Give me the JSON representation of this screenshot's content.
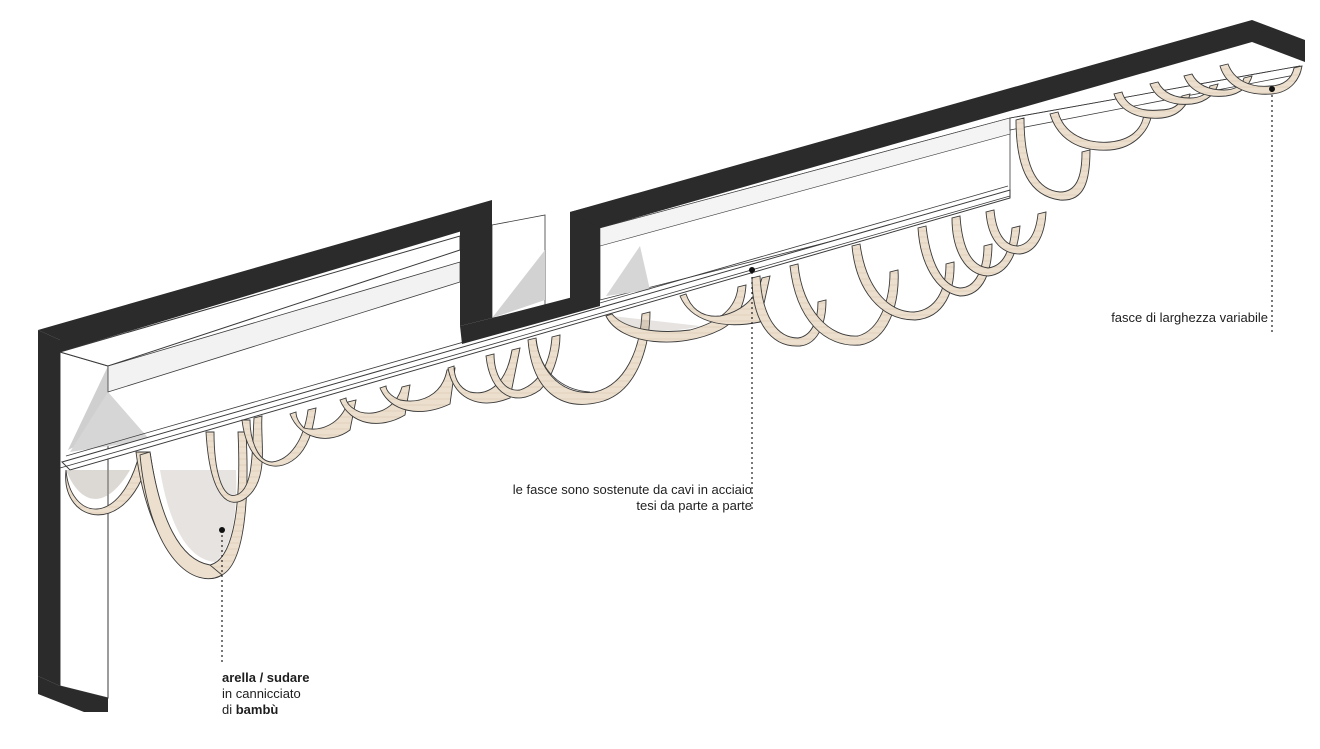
{
  "annotations": {
    "arella": {
      "line1_bold": "arella / sudare",
      "line2": "in cannicciato",
      "line3_prefix": "di ",
      "line3_bold": "bambù"
    },
    "cables": {
      "line1": "le fasce sono sostenute da cavi in acciaio",
      "line2": "tesi da parte a parte"
    },
    "bands": {
      "line1": "fasce di larghezza variabile"
    }
  },
  "colors": {
    "frame": "#2b2b2b",
    "bamboo_fill": "#ecdfcd",
    "bamboo_stripe": "#d8c8b2",
    "shadow": "#c9c9c9",
    "shade_inner": "#9a8f84",
    "line": "#3a3a3a"
  },
  "icons": [
    "leader-dot-icon"
  ]
}
